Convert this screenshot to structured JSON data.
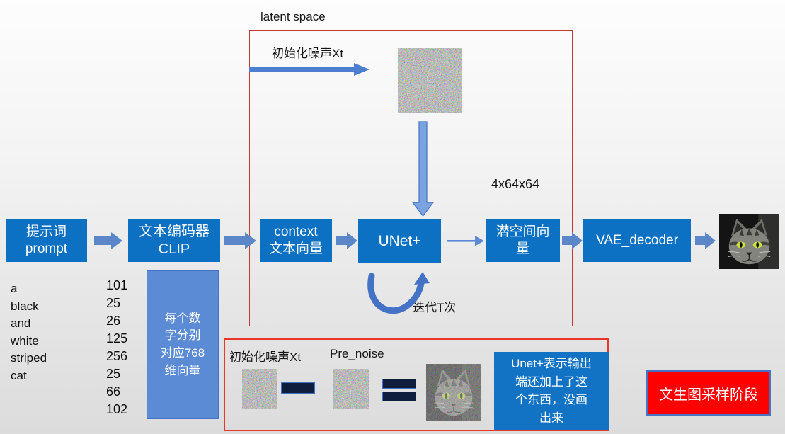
{
  "labels": {
    "latent_space": "latent space",
    "init_noise": "初始化噪声Xt",
    "tensor_dims": "4x64x64",
    "iterate": "迭代T次"
  },
  "pipeline": {
    "prompt_box": {
      "line1": "提示词",
      "line2": "prompt"
    },
    "clip_box": {
      "line1": "文本编码器",
      "line2": "CLIP"
    },
    "context_box": {
      "line1": "context",
      "line2": "文本向量"
    },
    "unet_box": {
      "label": "UNet+"
    },
    "latent_box": {
      "line1": "潜空间向",
      "line2": "量"
    },
    "vae_box": {
      "label": "VAE_decoder"
    }
  },
  "tokenization": {
    "words": [
      "a",
      "black",
      "and",
      "white",
      "striped",
      "cat"
    ],
    "token_ids": [
      "101",
      "25",
      "26",
      "125",
      "256",
      "25",
      "66",
      "102"
    ],
    "embedding_note": {
      "line1": "每个数",
      "line2": "字分别",
      "line3": "对应768",
      "line4": "维向量"
    }
  },
  "noise_panel": {
    "label_xt": "初始化噪声Xt",
    "label_pre": "Pre_noise",
    "note": {
      "line1": "Unet+表示输出",
      "line2": "端还加上了这",
      "line3": "个东西，没画",
      "line4": "出来"
    }
  },
  "stage_badge": {
    "label": "文生图采样阶段"
  },
  "icons": {
    "noise_thumbnail": "random-rgb-noise",
    "cat_photo": "tabby-cat-photo",
    "noisy_cat_photo": "noisy-tabby-cat-photo",
    "minus_sign": "minus",
    "equals_sign": "equals"
  },
  "colors": {
    "flow_box_blue": "#0c71c2",
    "embed_box_blue": "#5b8bd5",
    "note_box_blue": "#1273c4",
    "arrow_blue": "#4d7ed0",
    "arrow_light_blue": "#7ba3e0",
    "curl_arrow_blue": "#4472c4",
    "panel_border_red": "#c43b2e",
    "bottom_panel_red": "#e8372b",
    "badge_red": "#ff0000",
    "operator_navy": "#0e1e3c"
  }
}
